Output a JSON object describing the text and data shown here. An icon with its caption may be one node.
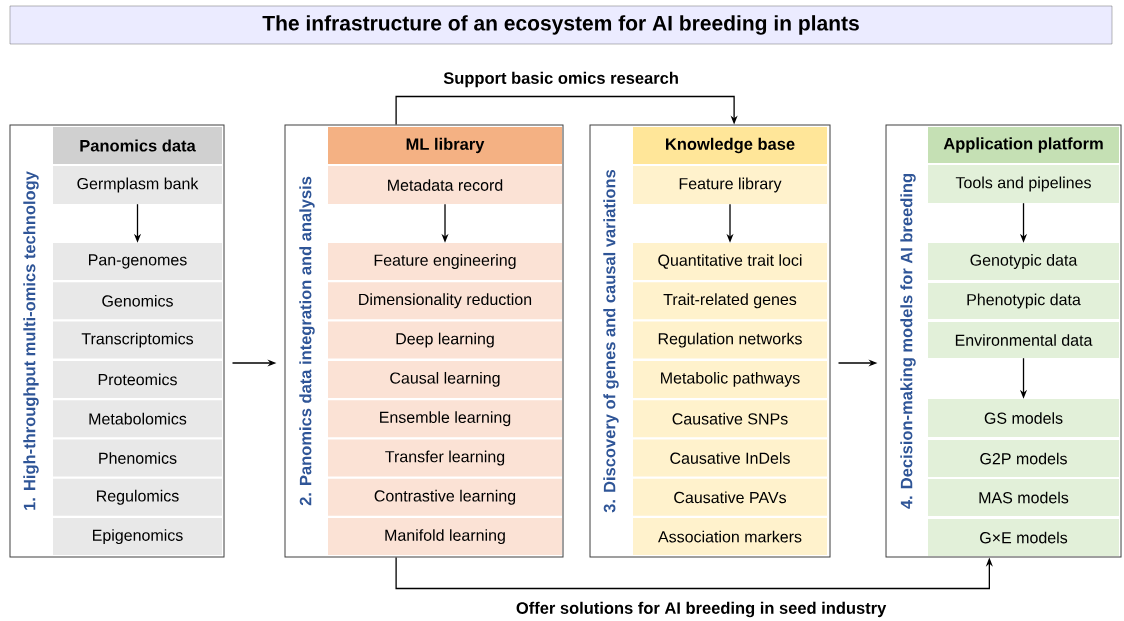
{
  "diagram": {
    "title": "The infrastructure of an ecosystem for AI breeding in plants",
    "nodes": [
      {
        "text": [
          "1. High-throughput multi-omics technology"
        ]
      },
      {
        "text": [
          "Panomics data"
        ],
        "in": 0
      },
      {
        "text": [
          "Germplasm bank"
        ],
        "in": 0
      },
      {
        "text": [
          "Pan-genomes"
        ],
        "in": 0
      },
      {
        "text": [
          "Genomics"
        ],
        "in": 0
      },
      {
        "text": [
          "Transcriptomics"
        ],
        "in": 0
      },
      {
        "text": [
          "Proteomics"
        ],
        "in": 0
      },
      {
        "text": [
          "Metabolomics"
        ],
        "in": 0
      },
      {
        "text": [
          "Phenomics"
        ],
        "in": 0
      },
      {
        "text": [
          "Regulomics"
        ],
        "in": 0
      },
      {
        "text": [
          "Epigenomics"
        ],
        "in": 0
      },
      {
        "text": [
          "2. Panomics data integration and analysis"
        ]
      },
      {
        "text": [
          "ML library"
        ],
        "in": 11
      },
      {
        "text": [
          "Metadata record"
        ],
        "in": 11
      },
      {
        "text": [
          "Feature engineering"
        ],
        "in": 11
      },
      {
        "text": [
          "Dimensionality reduction"
        ],
        "in": 11
      },
      {
        "text": [
          "Deep learning"
        ],
        "in": 11
      },
      {
        "text": [
          "Causal learning"
        ],
        "in": 11
      },
      {
        "text": [
          "Ensemble learning"
        ],
        "in": 11
      },
      {
        "text": [
          "Transfer learning"
        ],
        "in": 11
      },
      {
        "text": [
          "Contrastive learning"
        ],
        "in": 11
      },
      {
        "text": [
          "Manifold learning"
        ],
        "in": 11
      },
      {
        "text": [
          "3. Discovery of genes and causal variations"
        ]
      },
      {
        "text": [
          "Knowledge base"
        ],
        "in": 22
      },
      {
        "text": [
          "Feature library"
        ],
        "in": 22
      },
      {
        "text": [
          "Quantitative trait loci"
        ],
        "in": 22
      },
      {
        "text": [
          "Trait-related genes"
        ],
        "in": 22
      },
      {
        "text": [
          "Regulation networks"
        ],
        "in": 22
      },
      {
        "text": [
          "Metabolic pathways"
        ],
        "in": 22
      },
      {
        "text": [
          "Causative SNPs"
        ],
        "in": 22
      },
      {
        "text": [
          "Causative InDels"
        ],
        "in": 22
      },
      {
        "text": [
          "Causative PAVs"
        ],
        "in": 22
      },
      {
        "text": [
          "Association markers"
        ],
        "in": 22
      },
      {
        "text": [
          "4. Decision-making models for AI breeding"
        ]
      },
      {
        "text": [
          "Application platform"
        ],
        "in": 33
      },
      {
        "text": [
          "Tools and pipelines"
        ],
        "in": 33
      },
      {
        "text": [
          "Genotypic data"
        ],
        "in": 33
      },
      {
        "text": [
          "Phenotypic data"
        ],
        "in": 33
      },
      {
        "text": [
          "Environmental data"
        ],
        "in": 33
      },
      {
        "text": [
          "GS models"
        ],
        "in": 33
      },
      {
        "text": [
          "G2P models"
        ],
        "in": 33
      },
      {
        "text": [
          "MAS models"
        ],
        "in": 33
      },
      {
        "text": [
          "G×E models"
        ],
        "in": 33
      }
    ],
    "edges": [
      {
        "from": 0,
        "to": 11,
        "arrow": "to"
      },
      {
        "from": 22,
        "to": 33,
        "arrow": "to"
      },
      {
        "from": 11,
        "to": 22,
        "arrow": "to",
        "label": "Support basic omics research"
      },
      {
        "from": 11,
        "to": 33,
        "arrow": "to",
        "label": "Offer solutions for AI breeding in seed industry"
      },
      {
        "from": 2,
        "to": 3,
        "arrow": "to"
      },
      {
        "from": 13,
        "to": 14,
        "arrow": "to"
      },
      {
        "from": 24,
        "to": 25,
        "arrow": "to"
      },
      {
        "from": 35,
        "to": 36,
        "arrow": "to"
      },
      {
        "from": 38,
        "to": 39,
        "arrow": "to"
      }
    ]
  }
}
